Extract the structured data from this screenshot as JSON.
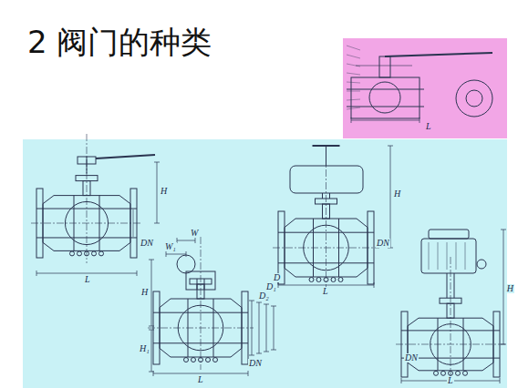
{
  "diagram": {
    "title": "2 阀门的种类",
    "labels": [
      "L",
      "H",
      "DN",
      "L",
      "W",
      "W₁",
      "H",
      "H₁",
      "L",
      "DN",
      "D₂",
      "D₁",
      "D",
      "H",
      "DN",
      "L",
      "H",
      "DN",
      "L"
    ]
  }
}
